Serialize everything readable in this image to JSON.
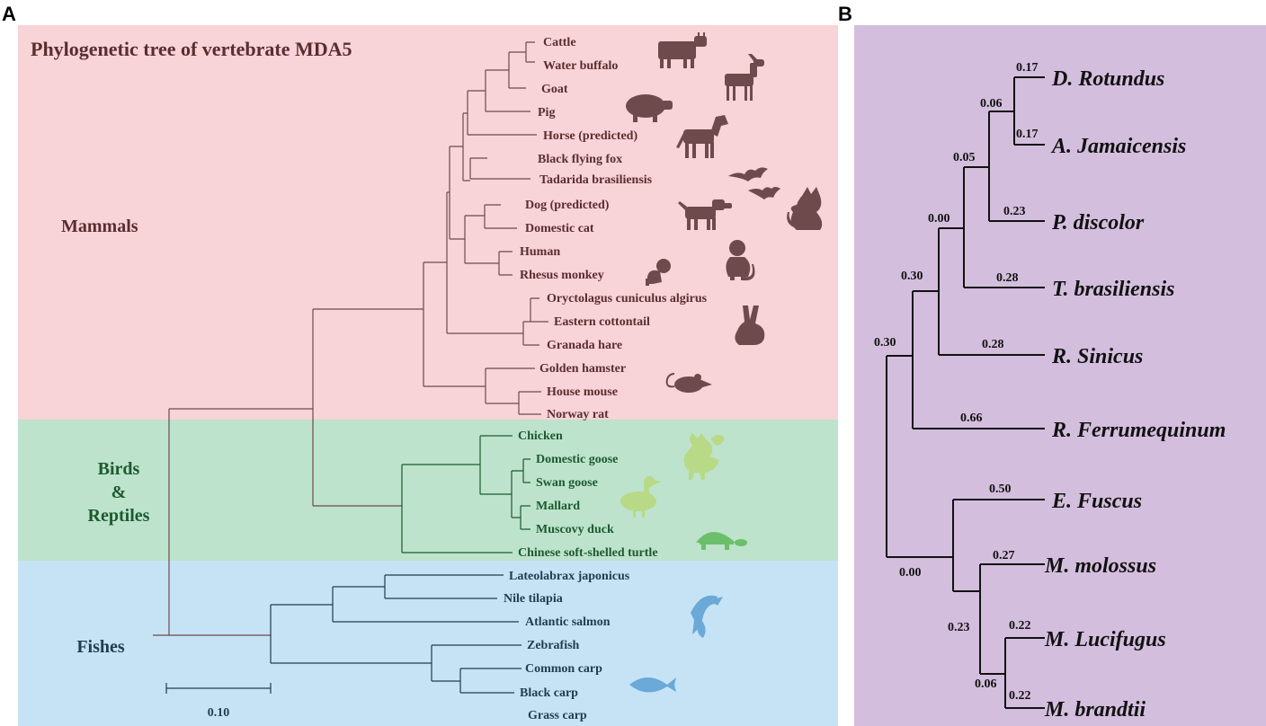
{
  "panel_a": {
    "letter": "A",
    "title": "Phylogenetic tree of vertebrate MDA5",
    "groups": {
      "mammals": "Mammals",
      "birds_1": "Birds",
      "birds_2": "&",
      "birds_3": "Reptiles",
      "fishes": "Fishes"
    },
    "taxa": {
      "cattle": "Cattle",
      "water_buffalo": "Water buffalo",
      "goat": "Goat",
      "pig": "Pig",
      "horse": "Horse (predicted)",
      "black_flying_fox": "Black flying fox",
      "tadarida": "Tadarida  brasiliensis",
      "dog": "Dog (predicted)",
      "domestic_cat": "Domestic cat",
      "human": "Human",
      "rhesus": "Rhesus monkey",
      "oryctolagus": "Oryctolagus cuniculus algirus",
      "eastern_cottontail": "Eastern cottontail",
      "granada_hare": "Granada hare",
      "golden_hamster": "Golden hamster",
      "house_mouse": "House mouse",
      "norway_rat": "Norway rat",
      "chicken": "Chicken",
      "domestic_goose": "Domestic goose",
      "swan_goose": "Swan goose",
      "mallard": "Mallard",
      "muscovy_duck": "Muscovy duck",
      "turtle": "Chinese soft-shelled turtle",
      "lateolabrax": "Lateolabrax japonicus",
      "nile_tilapia": "Nile tilapia",
      "atlantic_salmon": "Atlantic salmon",
      "zebrafish": "Zebrafish",
      "common_carp": "Common carp",
      "black_carp": "Black carp",
      "grass_carp": "Grass carp"
    },
    "scale_label": "0.10",
    "colors": {
      "mammals_bg": "#f8d3d7",
      "birds_bg": "#bde3cd",
      "fishes_bg": "#c6e3f5",
      "mammal_text": "#5a2d2f",
      "bird_text": "#1d5a2e",
      "fish_text": "#1d3d52",
      "icon_brown": "#6e4a4c"
    }
  },
  "panel_b": {
    "letter": "B",
    "species": {
      "d_rotundus": "D. Rotundus",
      "a_jamaicensis": "A. Jamaicensis",
      "p_discolor": "P. discolor",
      "t_brasiliensis": "T.  brasiliensis",
      "r_sinicus": "R. Sinicus",
      "r_ferrumequinum": "R. Ferrumequinum",
      "e_fuscus": "E. Fuscus",
      "m_molossus": "M. molossus",
      "m_lucifugus": "M. Lucifugus",
      "m_brandtii": "M. brandtii"
    },
    "branch_values": {
      "d_rotundus": "0.17",
      "a_jamaicensis": "0.17",
      "node_da": "0.06",
      "node_dap": "0.05",
      "p_discolor": "0.23",
      "node_dapt": "0.00",
      "t_brasiliensis": "0.28",
      "node_dapts": "0.30",
      "r_sinicus": "0.28",
      "node_rhino": "0.30",
      "r_ferrumequinum": "0.66",
      "e_fuscus": "0.50",
      "root": "0.00",
      "m_molossus": "0.27",
      "node_myotis_group": "0.23",
      "m_lucifugus": "0.22",
      "node_myotis": "0.06",
      "m_brandtii": "0.22"
    },
    "colors": {
      "bg": "#d4bedd",
      "line": "#111111"
    }
  }
}
